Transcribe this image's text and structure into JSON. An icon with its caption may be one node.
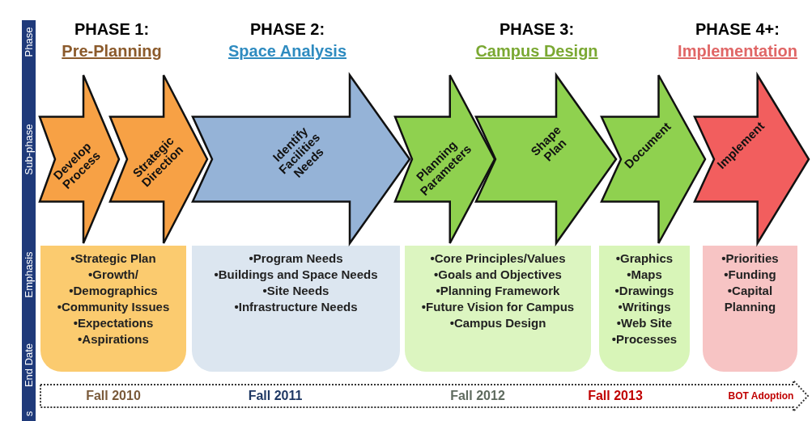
{
  "diagram": {
    "nodes": [
      {
        "text": [
          "Phase",
          "Sub-phase",
          "Emphasis",
          "End Date",
          "s"
        ]
      },
      {
        "text": [
          "Develop Process"
        ]
      },
      {
        "text": [
          "Strategic Direction"
        ]
      },
      {
        "text": [
          "Identify Facilities Needs"
        ]
      },
      {
        "text": [
          "Planning Parameters"
        ]
      },
      {
        "text": [
          "Shape Plan"
        ]
      },
      {
        "text": [
          "Document"
        ]
      },
      {
        "text": [
          "Implement"
        ]
      },
      {
        "text": [
          "•Strategic Plan",
          "•Growth/",
          "•Demographics",
          "•Community Issues",
          "•Expectations",
          "•Aspirations"
        ]
      },
      {
        "text": [
          "•Program Needs",
          "•Buildings and Space Needs",
          "•Site Needs",
          "•Infrastructure Needs"
        ]
      },
      {
        "text": [
          "•Core Principles/Values",
          "•Goals and Objectives",
          "•Planning Framework",
          "•Future Vision for Campus",
          "•Campus Design"
        ]
      },
      {
        "text": [
          "•Graphics",
          "•Maps",
          "•Drawings",
          "•Writings",
          "•Web Site",
          "•Processes"
        ]
      },
      {
        "text": [
          "•Priorities",
          "•Funding",
          "•Capital Planning"
        ]
      },
      {
        "text": [
          "Fall 2010",
          "Fall 2011",
          "Fall 2012",
          "Fall 2013",
          "BOT Adoption"
        ]
      }
    ],
    "labels": [
      "PHASE 1:",
      "Pre-Planning",
      "PHASE 2:",
      "Space Analysis",
      "PHASE 3:",
      "Campus Design",
      "PHASE 4+:",
      "Implementation"
    ]
  }
}
